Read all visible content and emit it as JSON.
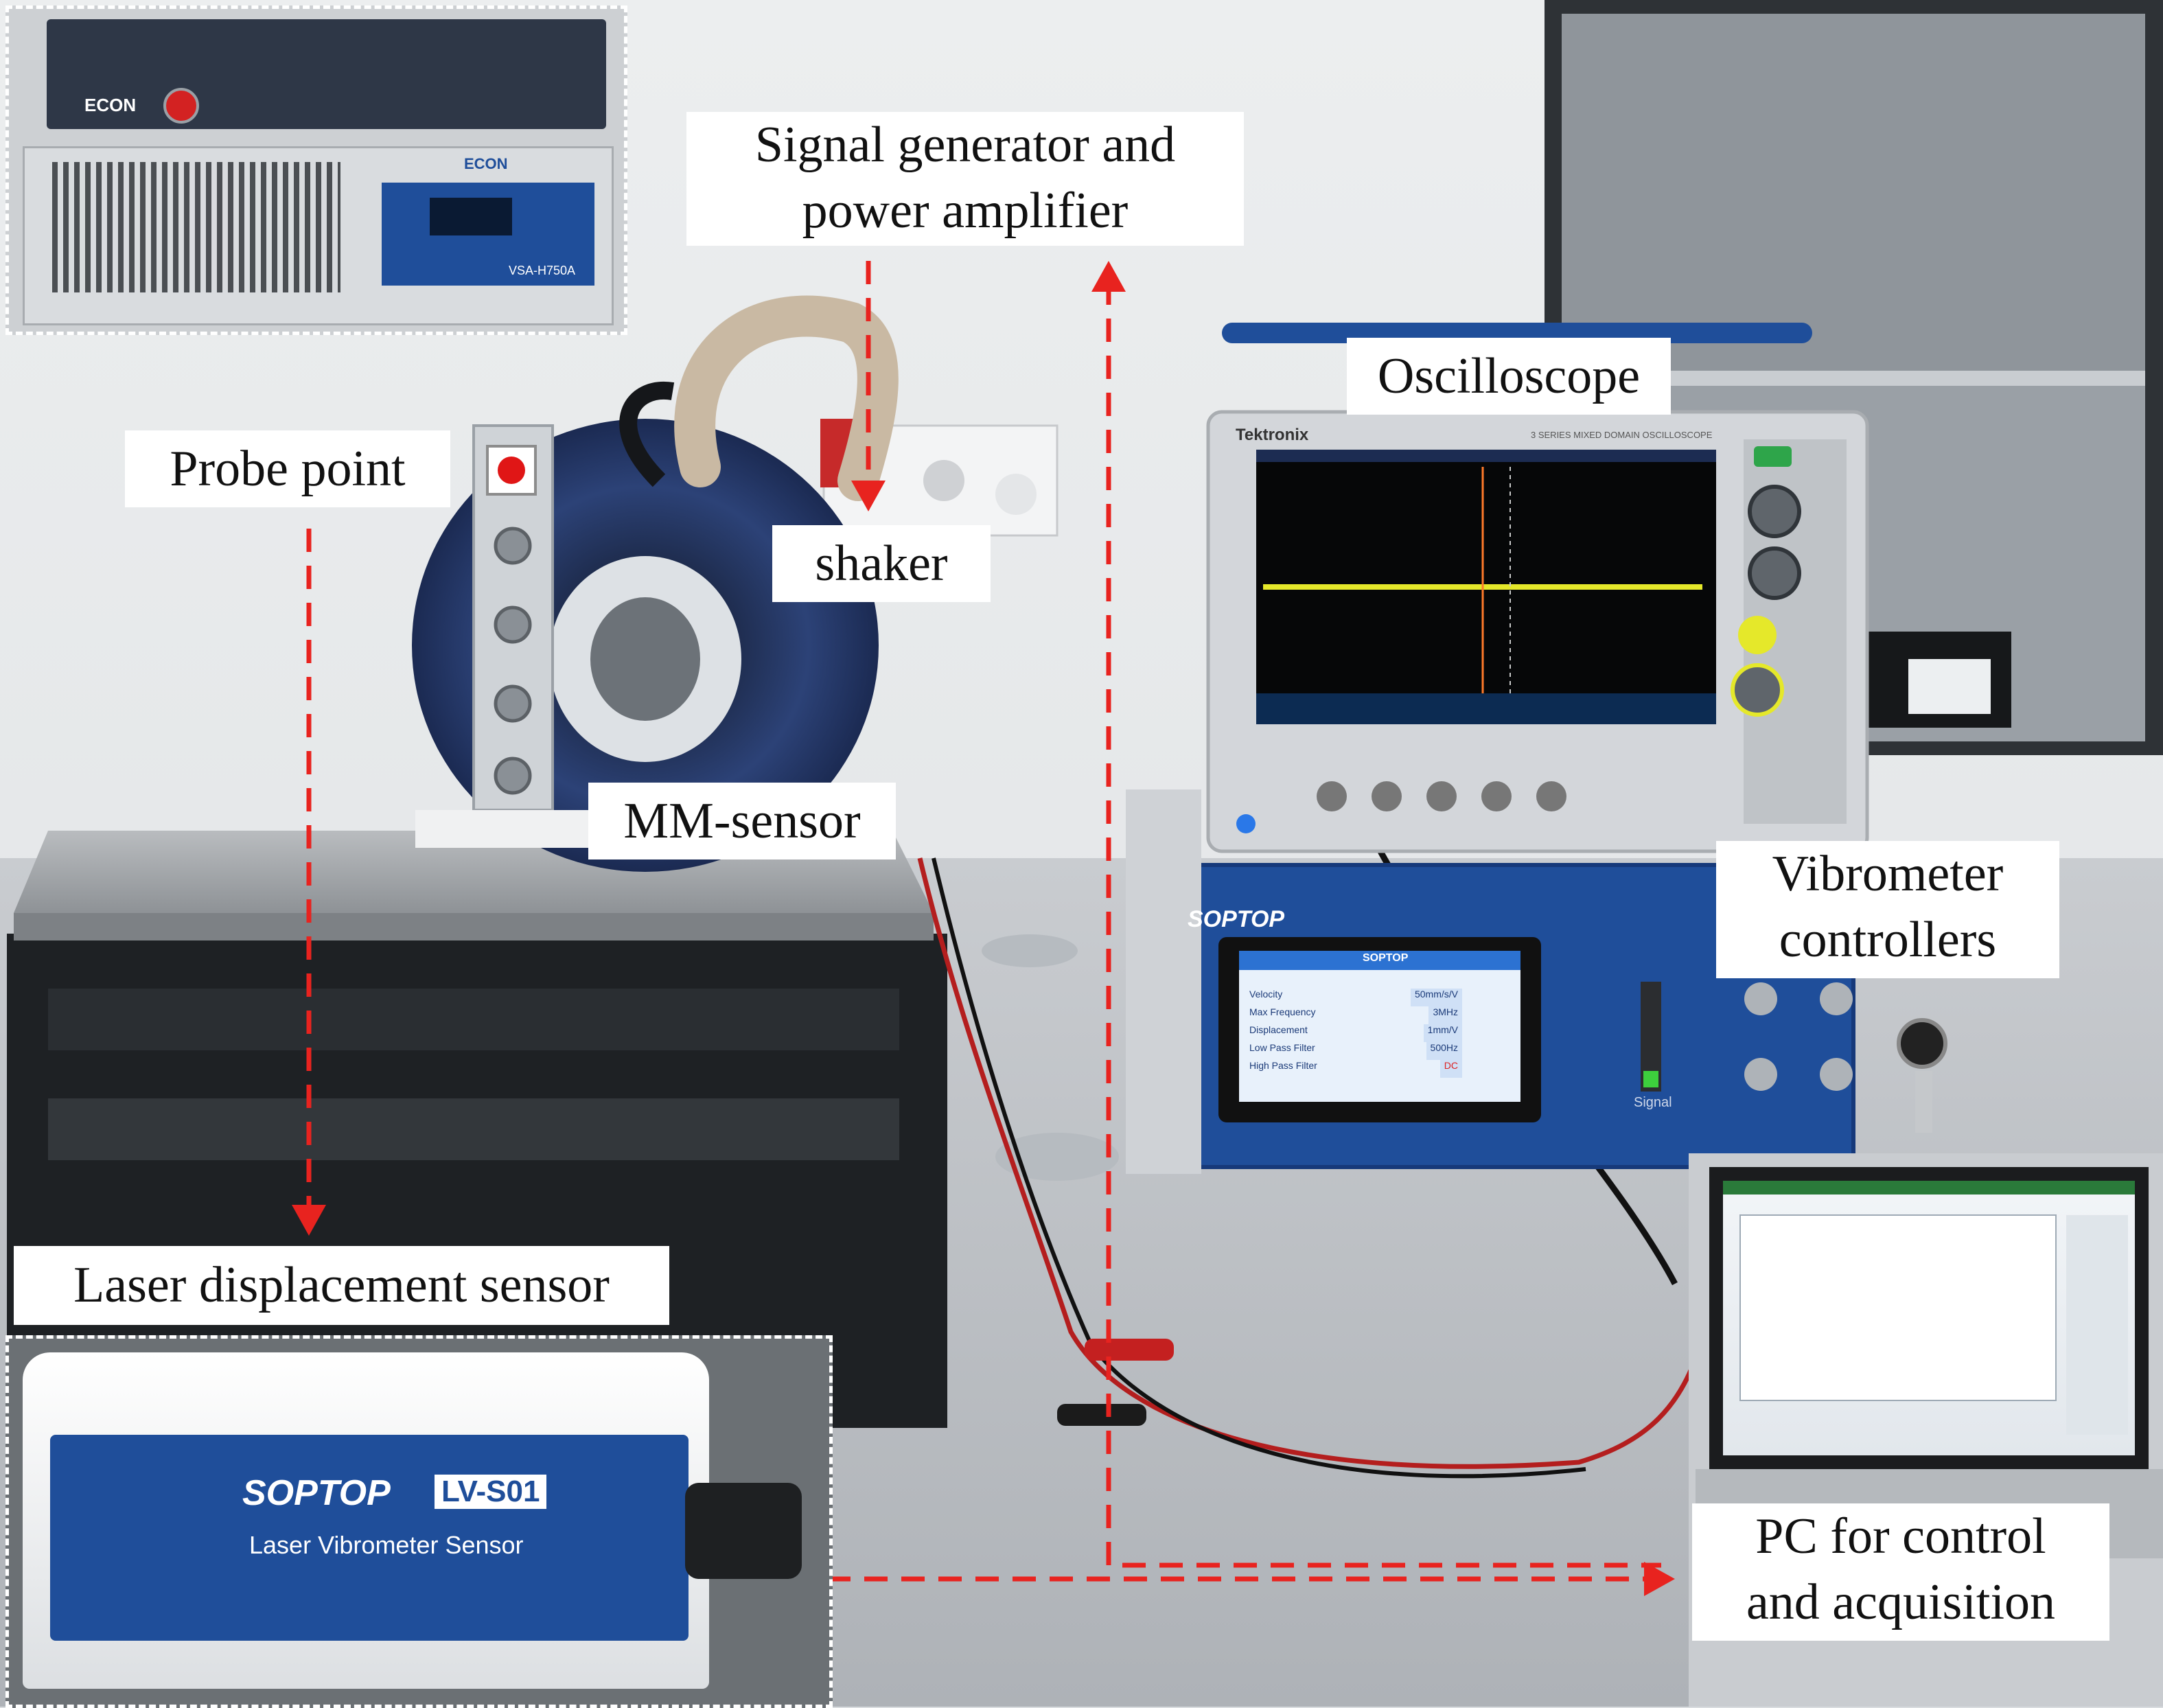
{
  "labels": {
    "signal_generator": [
      "Signal generator and",
      "power amplifier"
    ],
    "oscilloscope": "Oscilloscope",
    "probe_point": "Probe point",
    "shaker": "shaker",
    "mm_sensor": "MM-sensor",
    "vibrometer_controllers": [
      "Vibrometer",
      "controllers"
    ],
    "laser_sensor": "Laser displacement sensor",
    "pc": [
      "PC for control",
      "and acquisition"
    ]
  },
  "device_text": {
    "econ_top": "ECON",
    "econ_bottom": "ECON",
    "econ_model": "VSA-H750A",
    "tektronix": "Tektronix",
    "scope_series": "3 SERIES MIXED DOMAIN OSCILLOSCOPE",
    "soptop_controller": "SOPTOP",
    "controller_screen_title": "SOPTOP",
    "controller_rows": [
      {
        "name": "Velocity",
        "value": "50mm/s/V"
      },
      {
        "name": "Max Frequency",
        "value": "3MHz"
      },
      {
        "name": "Displacement",
        "value": "1mm/V"
      },
      {
        "name": "Low Pass Filter",
        "value": "500Hz"
      },
      {
        "name": "High Pass Filter",
        "value": "DC"
      }
    ],
    "signal": "Signal",
    "laser_brand": "SOPTOP",
    "laser_model": "LV-S01",
    "laser_product": "Laser Vibrometer Sensor"
  },
  "colors": {
    "arrow": "#e8231f",
    "probe_dot": "#e01616",
    "trace": "#e5e82a",
    "device_blue": "#1f4e9a"
  }
}
